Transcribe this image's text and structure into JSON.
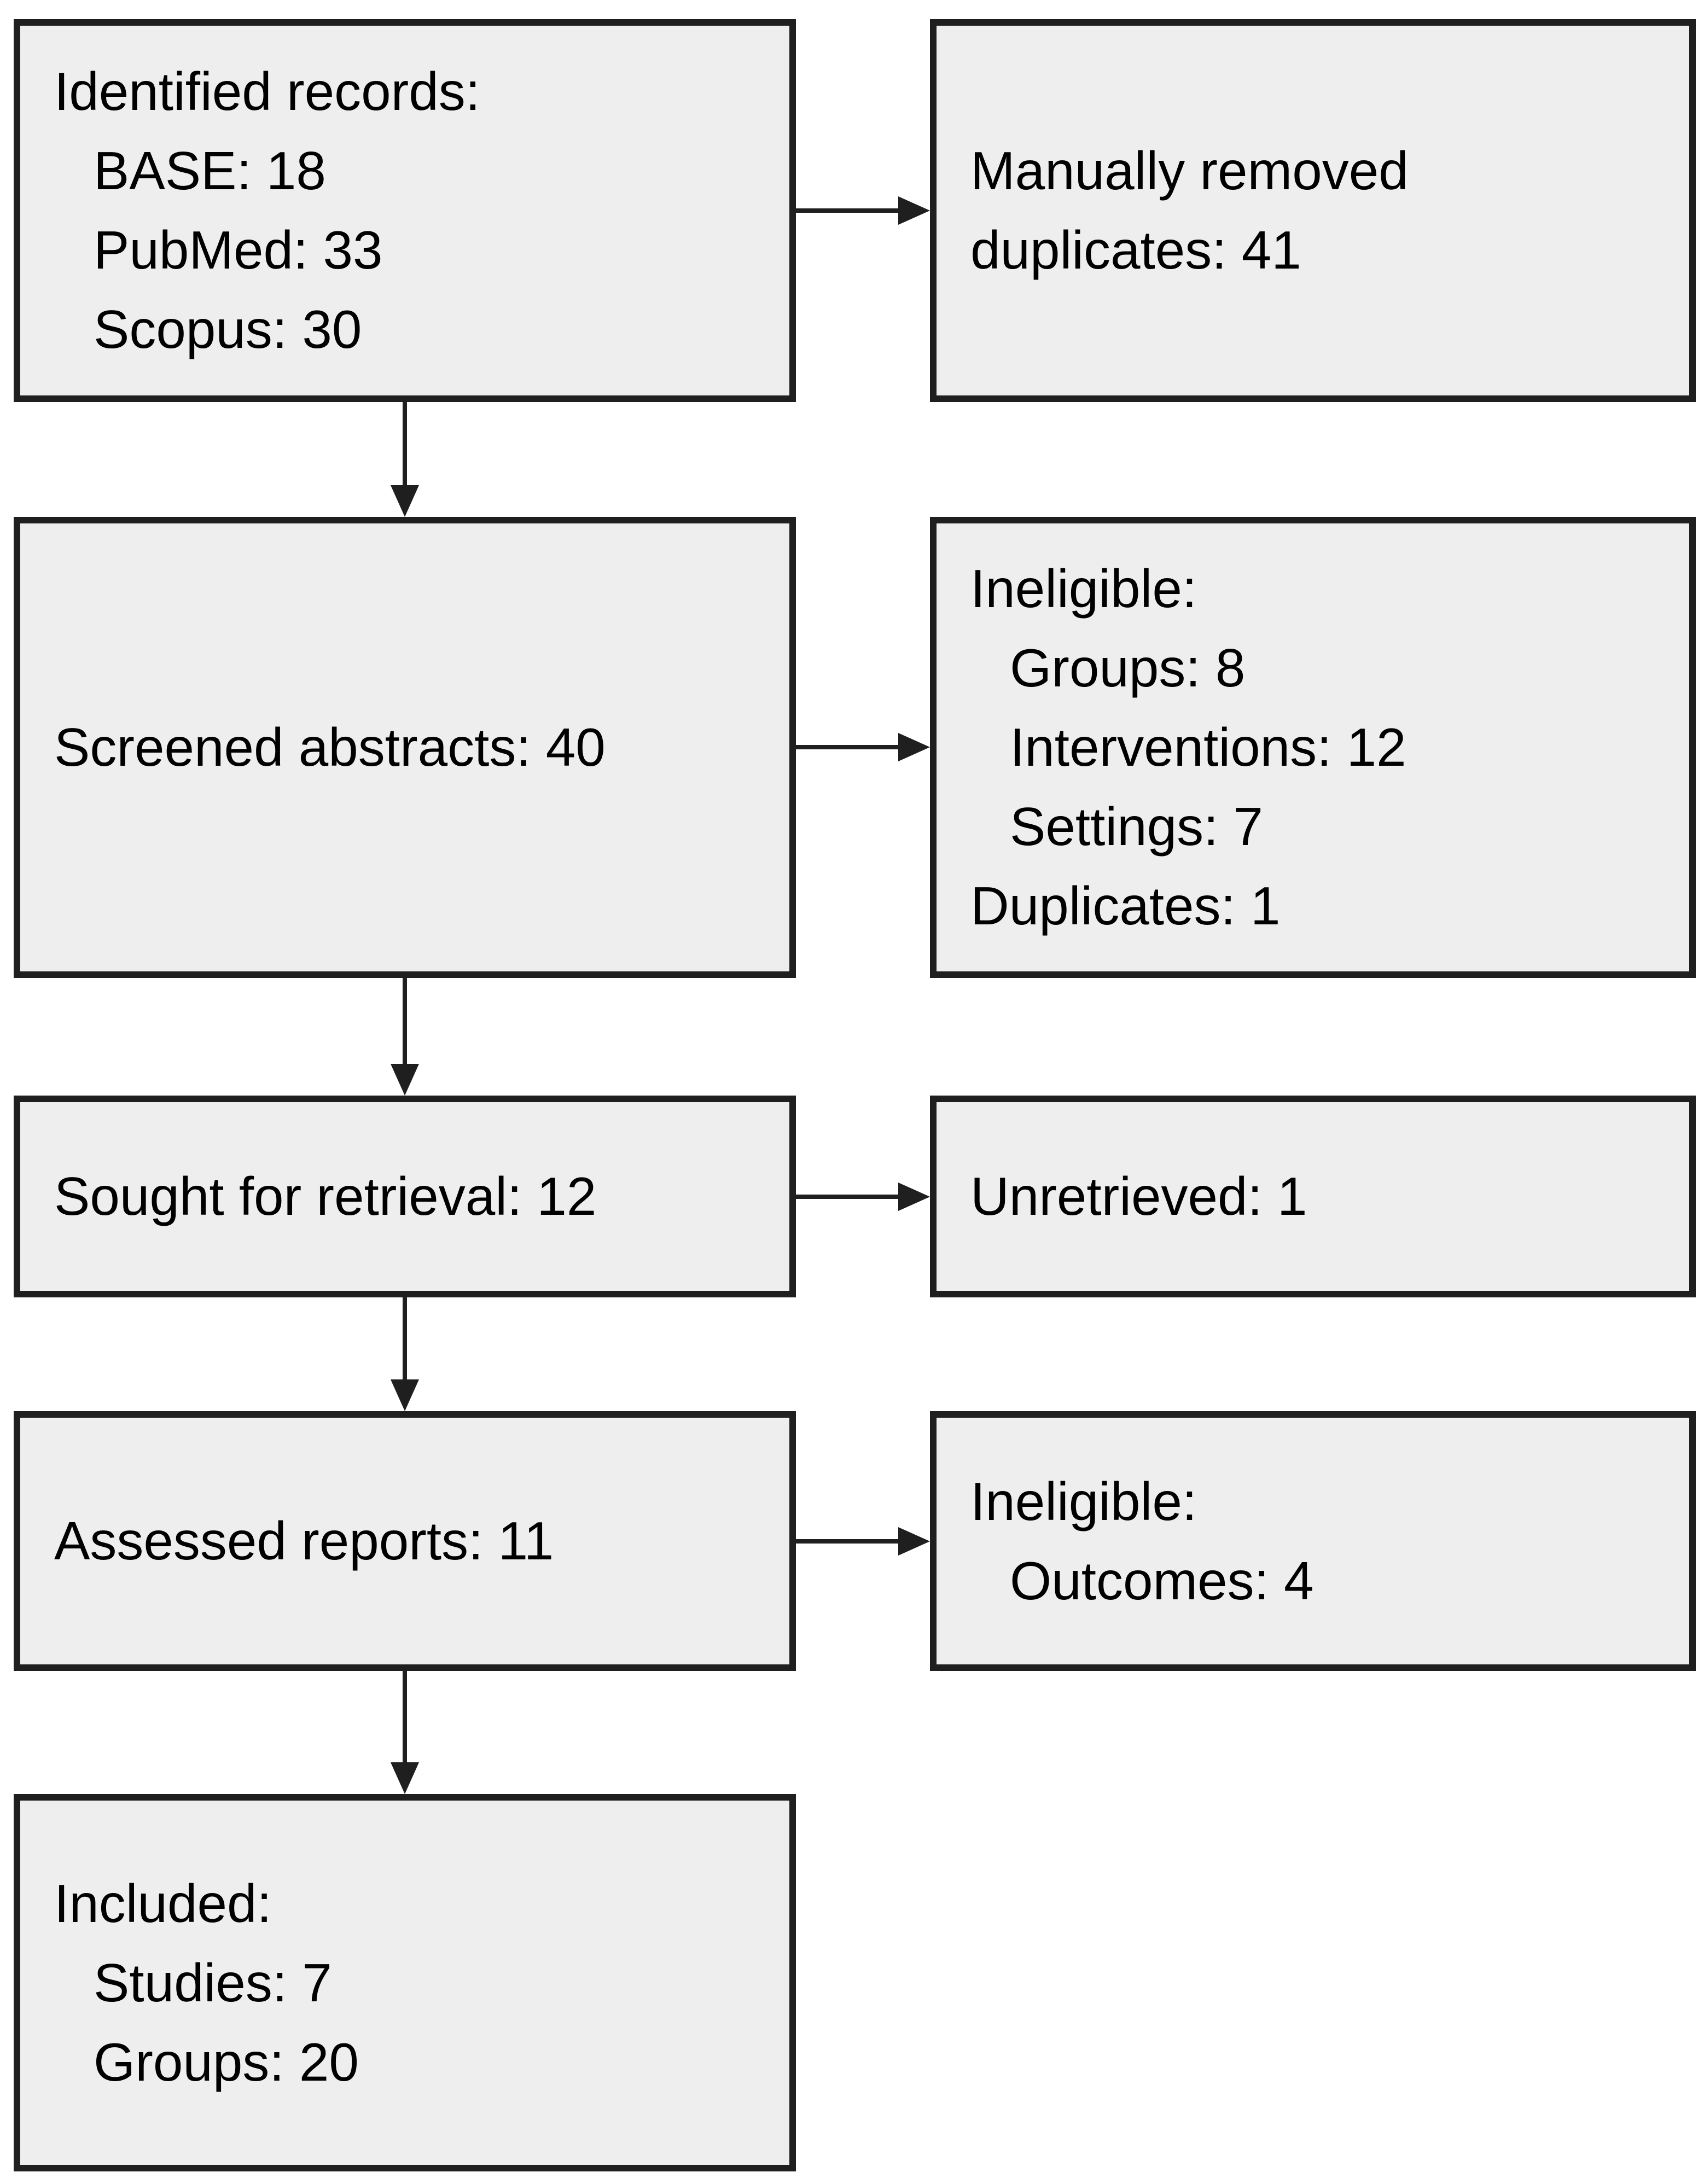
{
  "theme": {
    "page-bg": "#ffffff",
    "box-fill": "#eeeeee",
    "box-border": "#1f1f1f",
    "arrow-color": "#1f1f1f",
    "text-color": "#000000"
  },
  "boxes": {
    "identified_records": {
      "lines": [
        {
          "text": "Identified records:",
          "indent": false
        },
        {
          "text": "BASE: 18",
          "indent": true
        },
        {
          "text": "PubMed: 33",
          "indent": true
        },
        {
          "text": "Scopus: 30",
          "indent": true
        }
      ]
    },
    "manually_removed_duplicates": {
      "lines": [
        {
          "text": "Manually removed",
          "indent": false
        },
        {
          "text": "duplicates: 41",
          "indent": false
        }
      ]
    },
    "screened_abstracts": {
      "lines": [
        {
          "text": "Screened abstracts: 40",
          "indent": false
        }
      ]
    },
    "ineligible_abstracts": {
      "lines": [
        {
          "text": "Ineligible:",
          "indent": false
        },
        {
          "text": "Groups: 8",
          "indent": true
        },
        {
          "text": "Interventions: 12",
          "indent": true
        },
        {
          "text": "Settings: 7",
          "indent": true
        },
        {
          "text": "Duplicates: 1",
          "indent": false
        }
      ]
    },
    "sought_for_retrieval": {
      "lines": [
        {
          "text": "Sought for retrieval: 12",
          "indent": false
        }
      ]
    },
    "unretrieved": {
      "lines": [
        {
          "text": "Unretrieved: 1",
          "indent": false
        }
      ]
    },
    "assessed_reports": {
      "lines": [
        {
          "text": "Assessed reports: 11",
          "indent": false
        }
      ]
    },
    "ineligible_reports": {
      "lines": [
        {
          "text": "Ineligible:",
          "indent": false
        },
        {
          "text": "Outcomes: 4",
          "indent": true
        }
      ]
    },
    "included": {
      "lines": [
        {
          "text": "Included:",
          "indent": false
        },
        {
          "text": "Studies: 7",
          "indent": true
        },
        {
          "text": "Groups: 20",
          "indent": true
        }
      ]
    }
  }
}
